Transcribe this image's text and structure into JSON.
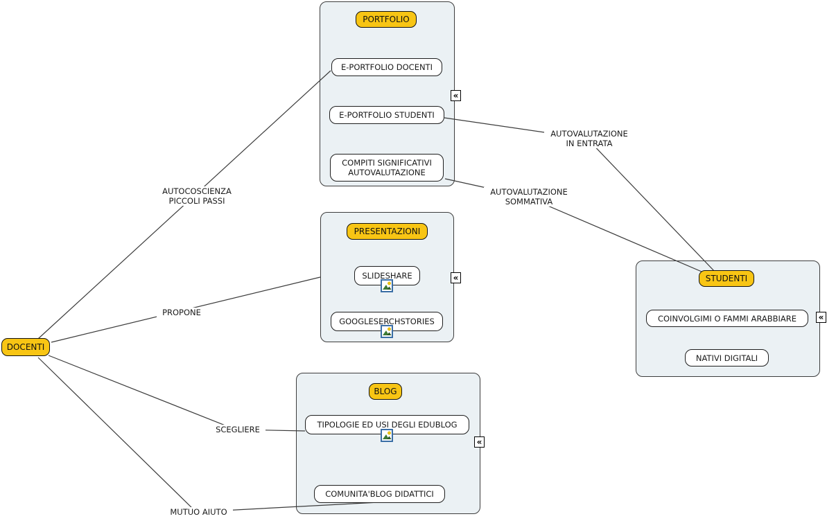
{
  "colors": {
    "concept_yellow": "#F8C514",
    "container_fill": "#EBF1F4",
    "node_white": "#FFFFFF",
    "line": "#3b3b3b",
    "background": "#FFFFFF"
  },
  "root": {
    "label": "DOCENTI"
  },
  "portfolio": {
    "title": "PORTFOLIO",
    "items": {
      "edocenti": "E-PORTFOLIO DOCENTI",
      "estudenti": "E-PORTFOLIO STUDENTI",
      "compiti": "COMPITI SIGNIFICATIVI AUTOVALUTAZIONE"
    }
  },
  "presentazioni": {
    "title": "PRESENTAZIONI",
    "items": {
      "slideshare": "SLIDESHARE",
      "google": "GOOGLESERCHSTORIES"
    }
  },
  "blog": {
    "title": "BLOG",
    "items": {
      "tipologie": "TIPOLOGIE ED USI DEGLI EDUBLOG",
      "comunita": "COMUNITA'BLOG DIDATTICI"
    }
  },
  "studenti": {
    "title": "STUDENTI",
    "items": {
      "coinvolgimi": "COINVOLGIMI O FAMMI ARABBIARE",
      "nativi": "NATIVI DIGITALI"
    }
  },
  "links": {
    "autocoscienza": {
      "line1": "AUTOCOSCIENZA",
      "line2": "PICCOLI PASSI"
    },
    "propone": "PROPONE",
    "scegliere": "SCEGLIERE",
    "mutuo": "MUTUO AIUTO",
    "entrata": {
      "line1": "AUTOVALUTAZIONE",
      "line2": "IN ENTRATA"
    },
    "sommativa": {
      "line1": "AUTOVALUTAZIONE",
      "line2": "SOMMATIVA"
    }
  },
  "icons": {
    "collapse_glyph": "«",
    "image_icon_name": "image-resource-icon"
  }
}
